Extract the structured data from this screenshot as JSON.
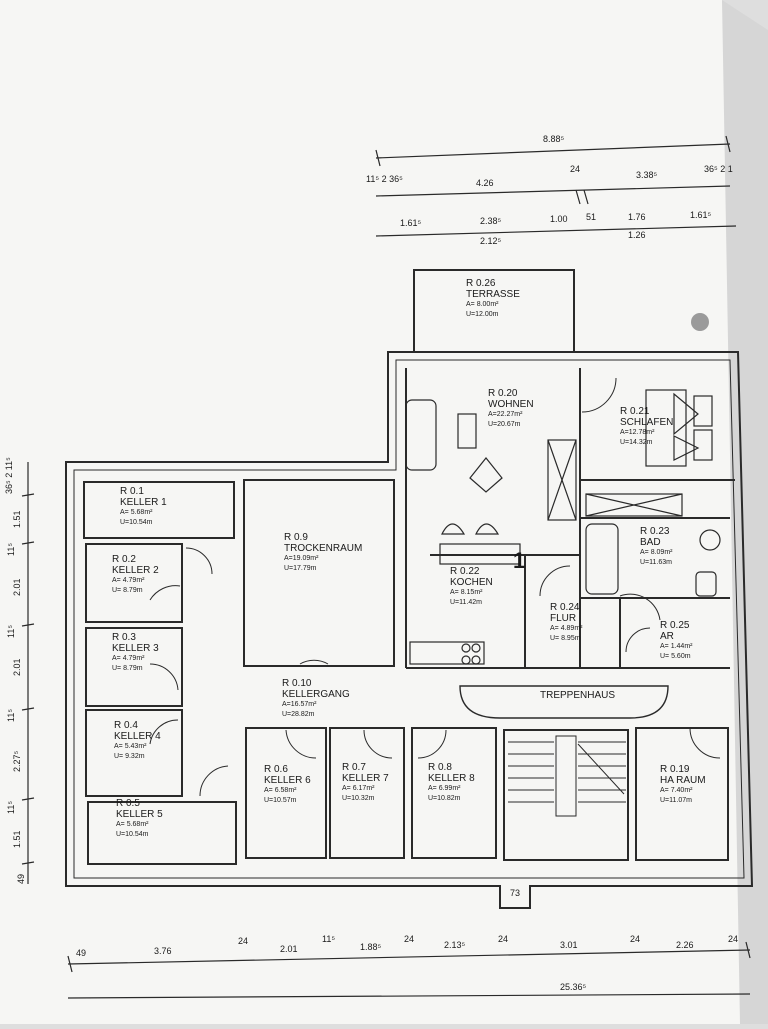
{
  "unit_number": "1",
  "rooms": [
    {
      "key": "terrasse",
      "id": "R 0.26",
      "name": "TERRASSE",
      "area": "A= 8.00m²",
      "perimeter": "U=12.00m"
    },
    {
      "key": "wohnen",
      "id": "R 0.20",
      "name": "WOHNEN",
      "area": "A=22.27m²",
      "perimeter": "U=20.67m"
    },
    {
      "key": "schlafen",
      "id": "R 0.21",
      "name": "SCHLAFEN",
      "area": "A=12.78m²",
      "perimeter": "U=14.32m"
    },
    {
      "key": "bad",
      "id": "R 0.23",
      "name": "BAD",
      "area": "A= 8.09m²",
      "perimeter": "U=11.63m"
    },
    {
      "key": "kochen",
      "id": "R 0.22",
      "name": "KOCHEN",
      "area": "A= 8.15m²",
      "perimeter": "U=11.42m"
    },
    {
      "key": "flur",
      "id": "R 0.24",
      "name": "FLUR",
      "area": "A= 4.89m²",
      "perimeter": "U= 8.95m"
    },
    {
      "key": "ar",
      "id": "R 0.25",
      "name": "AR",
      "area": "A= 1.44m²",
      "perimeter": "U= 5.60m"
    },
    {
      "key": "trockenraum",
      "id": "R 0.9",
      "name": "TROCKENRAUM",
      "area": "A=19.09m²",
      "perimeter": "U=17.79m"
    },
    {
      "key": "kellergang",
      "id": "R 0.10",
      "name": "KELLERGANG",
      "area": "A=16.57m²",
      "perimeter": "U=28.82m"
    },
    {
      "key": "keller1",
      "id": "R 0.1",
      "name": "KELLER 1",
      "area": "A= 5.68m²",
      "perimeter": "U=10.54m"
    },
    {
      "key": "keller2",
      "id": "R 0.2",
      "name": "KELLER 2",
      "area": "A= 4.79m²",
      "perimeter": "U= 8.79m"
    },
    {
      "key": "keller3",
      "id": "R 0.3",
      "name": "KELLER 3",
      "area": "A= 4.79m²",
      "perimeter": "U= 8.79m"
    },
    {
      "key": "keller4",
      "id": "R 0.4",
      "name": "KELLER 4",
      "area": "A= 5.43m²",
      "perimeter": "U= 9.32m"
    },
    {
      "key": "keller5",
      "id": "R 0.5",
      "name": "KELLER 5",
      "area": "A= 5.68m²",
      "perimeter": "U=10.54m"
    },
    {
      "key": "keller6",
      "id": "R 0.6",
      "name": "KELLER 6",
      "area": "A= 6.58m²",
      "perimeter": "U=10.57m"
    },
    {
      "key": "keller7",
      "id": "R 0.7",
      "name": "KELLER 7",
      "area": "A= 6.17m²",
      "perimeter": "U=10.32m"
    },
    {
      "key": "keller8",
      "id": "R 0.8",
      "name": "KELLER 8",
      "area": "A= 6.99m²",
      "perimeter": "U=10.82m"
    },
    {
      "key": "haraum",
      "id": "R 0.19",
      "name": "HA RAUM",
      "area": "A= 7.40m²",
      "perimeter": "U=11.07m"
    }
  ],
  "treppenhaus": "TREPPENHAUS",
  "dimensions": {
    "top_total": "8.88⁵",
    "top_row1": [
      "11⁵ 2 36⁵",
      "4.26",
      "24",
      "3.38⁵",
      "36⁵ 2 1"
    ],
    "top_row2": [
      "1.61⁵",
      "2.38⁵",
      "1.00",
      "51",
      "1.76",
      "1.61⁵"
    ],
    "top_row2_sub": [
      "2.12⁵",
      "1.26"
    ],
    "left": [
      "36⁵ 2 11⁵",
      "1.51",
      "11⁵",
      "2.01",
      "11⁵",
      "2.01",
      "11⁵",
      "2.27⁵",
      "11⁵",
      "1.51",
      "49"
    ],
    "stair_gap": "73",
    "bottom_row": [
      "49",
      "3.76",
      "24",
      "2.01",
      "11⁵",
      "1.88⁵",
      "24",
      "2.13⁵",
      "24",
      "3.01",
      "24",
      "2.26",
      "24"
    ],
    "bottom_total": "25.36⁵"
  },
  "colors": {
    "paper": "#f6f6f4",
    "line": "#2a2a2a",
    "background": "#dedede"
  }
}
